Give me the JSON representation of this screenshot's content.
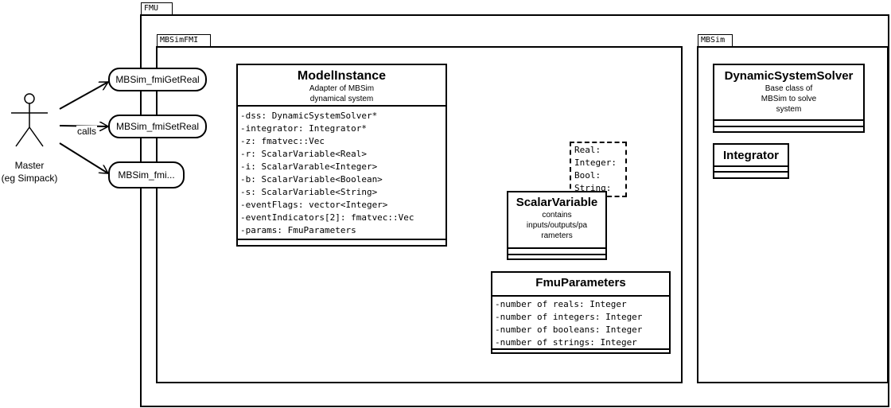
{
  "packages": {
    "fmu": {
      "name": "FMU"
    },
    "mbsimfmi": {
      "name": "MBSimFMI"
    },
    "mbsim": {
      "name": "MBSim"
    }
  },
  "actor": {
    "name": "Master",
    "subtitle": "(eg Simpack)",
    "icon": "stick-figure-icon"
  },
  "calls_label": "calls",
  "use_cases": [
    "MBSim_fmiGetReal",
    "MBSim_fmiSetReal",
    "MBSim_fmi..."
  ],
  "model_instance": {
    "name": "ModelInstance",
    "description": [
      "Adapter of MBSim",
      "dynamical system"
    ],
    "attributes": [
      "-dss: DynamicSystemSolver*",
      "-integrator: Integrator*",
      "-z: fmatvec::Vec",
      "-r: ScalarVariable<Real>",
      "-i: ScalarVarable<Integer>",
      "-b: ScalarVariable<Boolean>",
      "-s: ScalarVariable<String>",
      "-eventFlags: vector<Integer>",
      "-eventIndicators[2]: fmatvec::Vec",
      "-params: FmuParameters"
    ]
  },
  "scalar_variable": {
    "name": "ScalarVariable",
    "description": [
      "contains",
      "inputs/outputs/pa",
      "rameters"
    ]
  },
  "scalar_variable_note": [
    "Real:",
    "Integer:",
    "Bool:",
    "String:"
  ],
  "fmu_parameters": {
    "name": "FmuParameters",
    "attributes": [
      "-number of reals: Integer",
      "-number of integers: Integer",
      "-number of booleans: Integer",
      "-number of strings: Integer"
    ]
  },
  "dynamic_system_solver": {
    "name": "DynamicSystemSolver",
    "description": [
      "Base class of",
      "MBSim  to solve",
      "system"
    ]
  },
  "integrator": {
    "name": "Integrator"
  }
}
